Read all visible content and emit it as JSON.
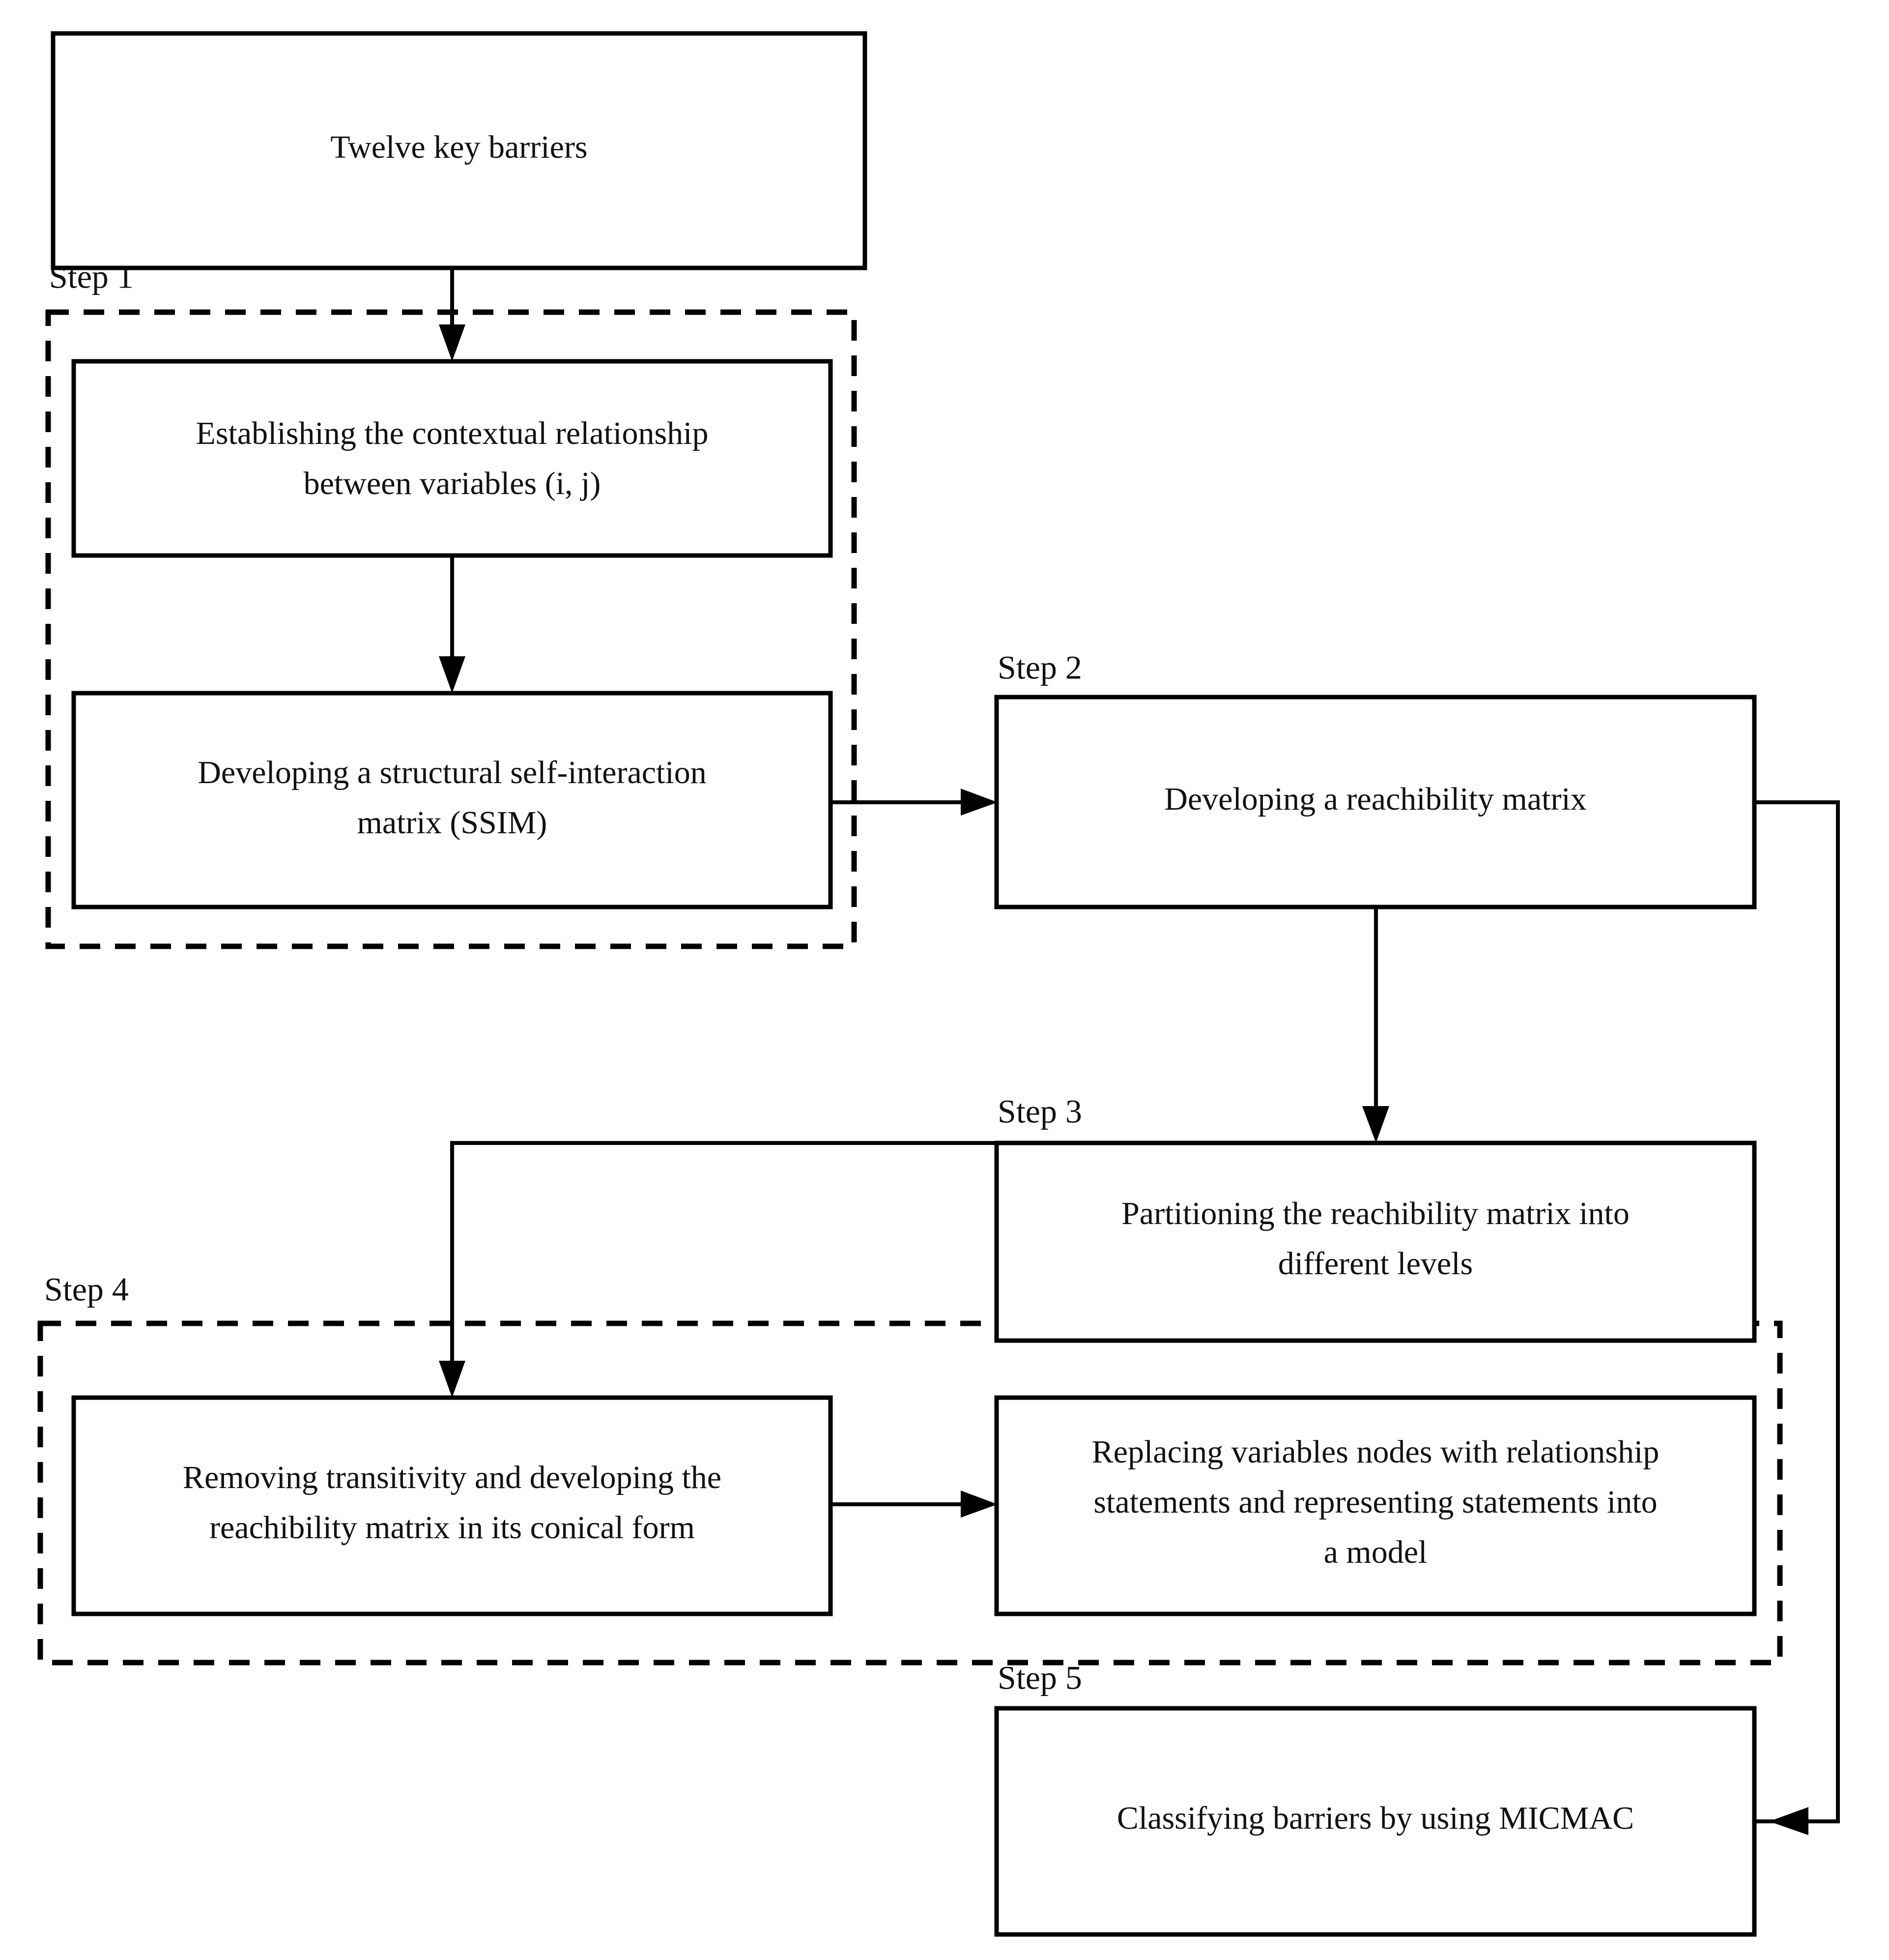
{
  "diagram": {
    "title": "ISM methodology flowchart",
    "background_color": "#ffffff",
    "line_color": "#000000",
    "text_color": "#111111"
  },
  "nodes": {
    "input": {
      "label": "Twelve key barriers"
    },
    "contextual_relationship": {
      "line1": "Establishing the contextual relationship",
      "line2": "between variables (i, j)"
    },
    "ssim": {
      "line1": "Developing a structural self-interaction",
      "line2": "matrix (SSIM)"
    },
    "reachability_matrix": {
      "label": "Developing a reachibility matrix"
    },
    "partitioning": {
      "line1": "Partitioning the reachibility matrix into",
      "line2": "different levels"
    },
    "conical_form": {
      "line1": "Removing transitivity and developing the",
      "line2": "reachibility matrix in its conical form"
    },
    "model": {
      "line1": "Replacing variables nodes with relationship",
      "line2": "statements and representing statements into",
      "line3": "a model"
    },
    "micmac": {
      "label": "Classifying barriers by using MICMAC"
    }
  },
  "step_labels": {
    "step1": "Step 1",
    "step2": "Step 2",
    "step3": "Step 3",
    "step4": "Step 4",
    "step5": "Step 5"
  }
}
